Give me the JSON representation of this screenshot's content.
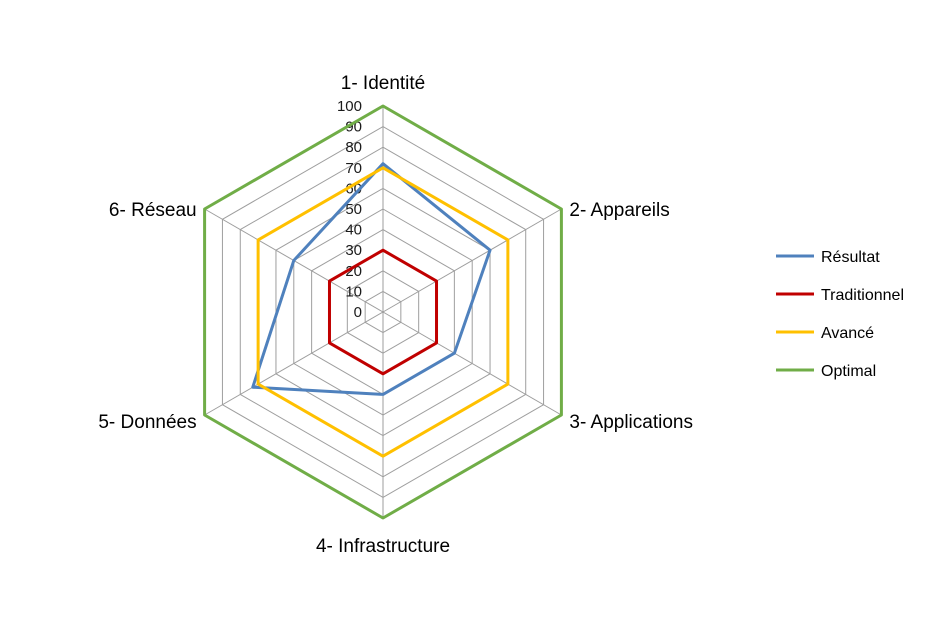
{
  "chart_data": {
    "type": "radar",
    "categories": [
      "1- Identité",
      "2- Appareils",
      "3- Applications",
      "4- Infrastructure",
      "5- Données",
      "6- Réseau"
    ],
    "rlim": [
      0,
      100
    ],
    "ticks": [
      0,
      10,
      20,
      30,
      40,
      50,
      60,
      70,
      80,
      90,
      100
    ],
    "grid": true,
    "legend_position": "right",
    "series": [
      {
        "name": "Résultat",
        "color": "#4f81bd",
        "values": [
          72,
          60,
          40,
          40,
          73,
          50
        ]
      },
      {
        "name": "Traditionnel",
        "color": "#c00000",
        "values": [
          30,
          30,
          30,
          30,
          30,
          30
        ]
      },
      {
        "name": "Avancé",
        "color": "#ffc000",
        "values": [
          70,
          70,
          70,
          70,
          70,
          70
        ]
      },
      {
        "name": "Optimal",
        "color": "#70ad47",
        "values": [
          100,
          100,
          100,
          100,
          100,
          100
        ]
      }
    ]
  }
}
